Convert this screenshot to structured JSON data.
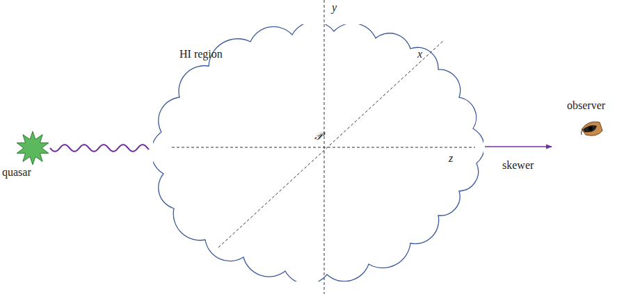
{
  "diagram": {
    "nodes": [
      {
        "text": [
          "HI region"
        ]
      }
    ],
    "labels": [
      "y",
      "x",
      "𝒫",
      "z",
      "quasar",
      "skewer",
      "observer"
    ]
  }
}
